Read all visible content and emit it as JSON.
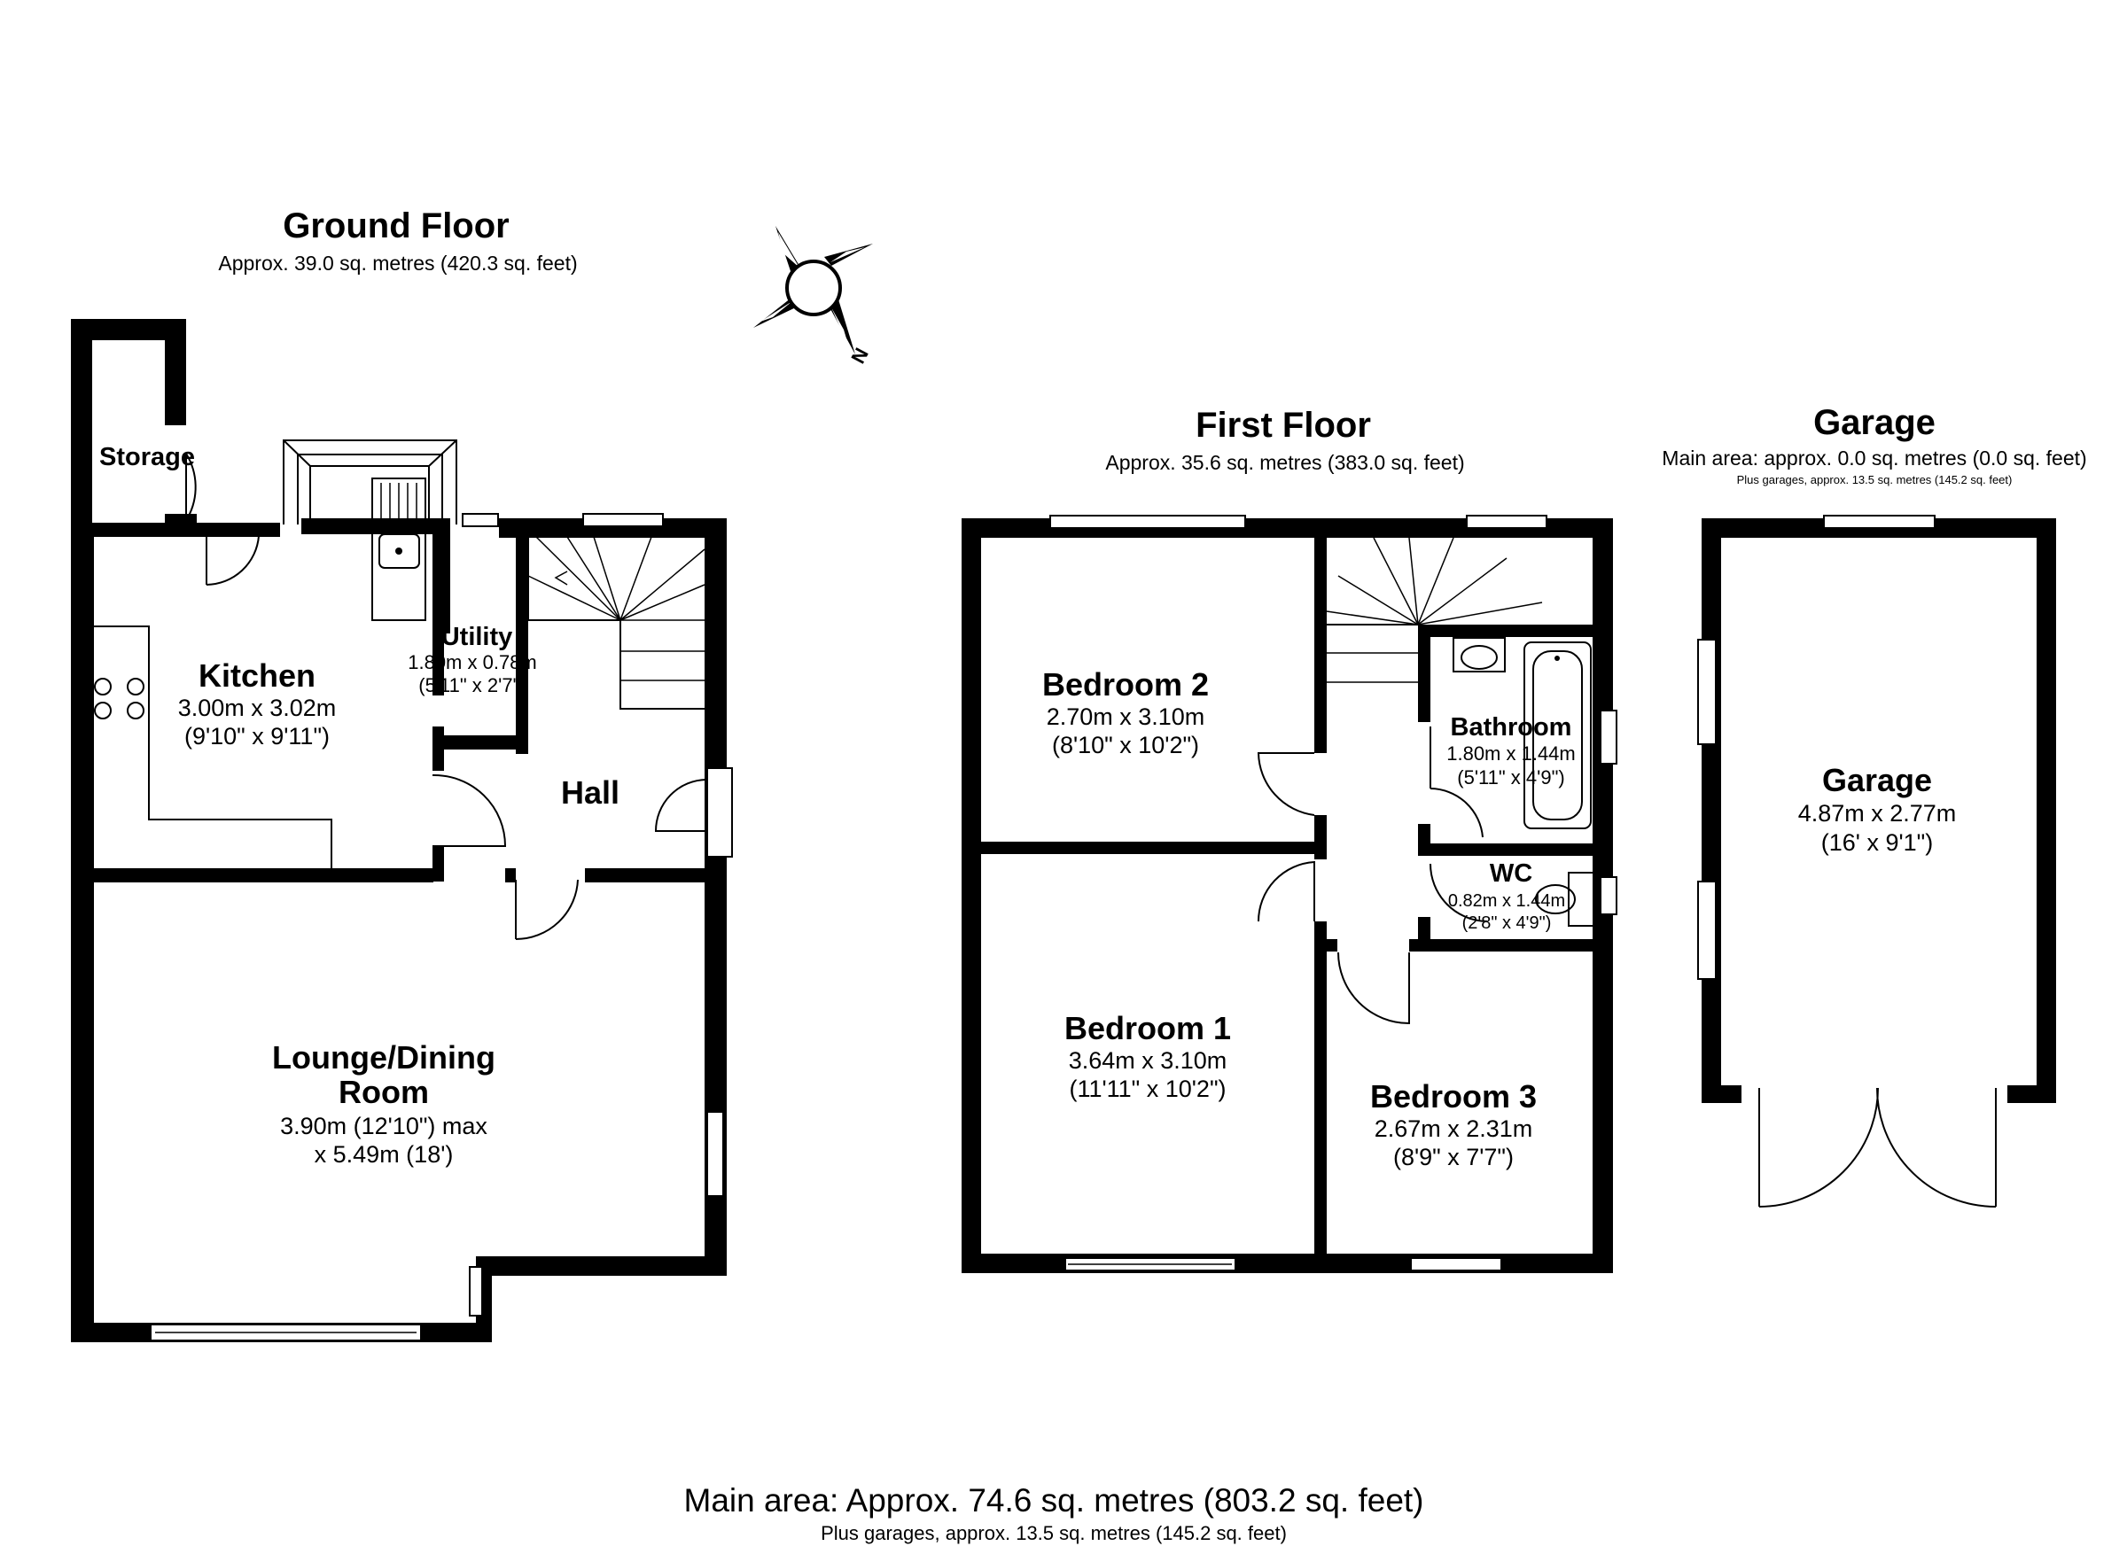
{
  "compass": {
    "letter": "N"
  },
  "ground_floor": {
    "title": "Ground Floor",
    "area": "Approx. 39.0 sq. metres (420.3 sq. feet)",
    "rooms": {
      "storage": {
        "name": "Storage"
      },
      "kitchen": {
        "name": "Kitchen",
        "dim_m": "3.00m x 3.02m",
        "dim_ft": "(9'10\" x 9'11\")"
      },
      "utility": {
        "name": "Utility",
        "dim_m": "1.80m x 0.78m",
        "dim_ft": "(5'11\" x 2'7\")"
      },
      "hall": {
        "name": "Hall"
      },
      "lounge": {
        "name_line1": "Lounge/Dining",
        "name_line2": "Room",
        "dim_line1": "3.90m (12'10\") max",
        "dim_line2": "x 5.49m (18')"
      }
    }
  },
  "first_floor": {
    "title": "First Floor",
    "area": "Approx. 35.6 sq. metres (383.0 sq. feet)",
    "rooms": {
      "bedroom2": {
        "name": "Bedroom 2",
        "dim_m": "2.70m x 3.10m",
        "dim_ft": "(8'10\" x 10'2\")"
      },
      "bathroom": {
        "name": "Bathroom",
        "dim_m": "1.80m x 1.44m",
        "dim_ft": "(5'11\" x 4'9\")"
      },
      "wc": {
        "name": "WC",
        "dim_m": "0.82m x 1.44m",
        "dim_ft": "(2'8\" x 4'9\")"
      },
      "bedroom1": {
        "name": "Bedroom 1",
        "dim_m": "3.64m x 3.10m",
        "dim_ft": "(11'11\" x 10'2\")"
      },
      "bedroom3": {
        "name": "Bedroom 3",
        "dim_m": "2.67m x 2.31m",
        "dim_ft": "(8'9\" x 7'7\")"
      }
    }
  },
  "garage": {
    "title": "Garage",
    "area": "Main area: approx. 0.0 sq. metres (0.0 sq. feet)",
    "area_sub": "Plus garages, approx. 13.5 sq. metres (145.2 sq. feet)",
    "room": {
      "name": "Garage",
      "dim_m": "4.87m x 2.77m",
      "dim_ft": "(16' x 9'1\")"
    }
  },
  "footer": {
    "main": "Main area: Approx. 74.6 sq. metres (803.2 sq. feet)",
    "sub": "Plus garages, approx. 13.5 sq. metres (145.2 sq. feet)"
  }
}
